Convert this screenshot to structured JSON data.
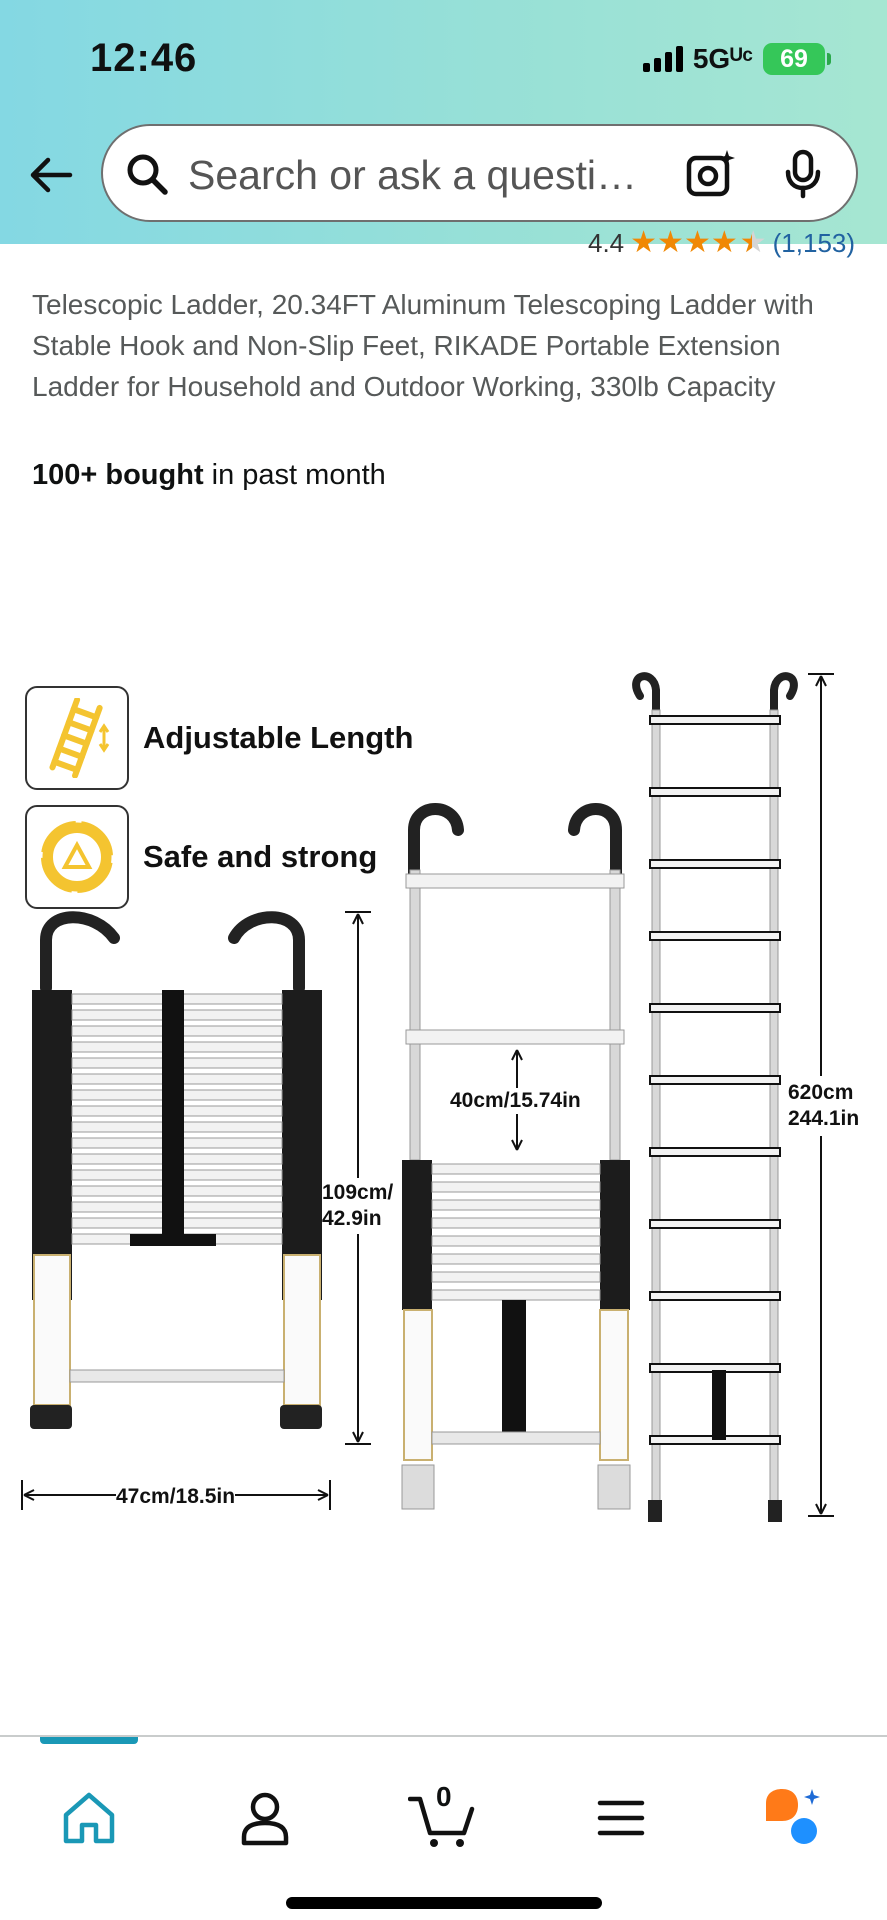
{
  "status": {
    "time": "12:46",
    "network": "5Gᵁᶜ",
    "battery": "69"
  },
  "search": {
    "placeholder": "Search or ask a questi…"
  },
  "rating": {
    "value": "4.4",
    "stars": 4.4,
    "count": "(1,153)"
  },
  "product": {
    "title": "Telescopic Ladder, 20.34FT Aluminum Telescoping Ladder with Stable Hook and Non-Slip Feet, RIKADE Portable Extension Ladder for Household and Outdoor Working, 330lb Capacity",
    "bought_bold": "100+ bought",
    "bought_rest": " in past month"
  },
  "image": {
    "features": [
      {
        "label": "Adjustable Length",
        "icon": "ladder-icon"
      },
      {
        "label": "Safe and strong",
        "icon": "lifebuoy-icon"
      }
    ],
    "dims": {
      "width": "47cm/18.5in",
      "collapsed_height": "109cm/\n42.9in",
      "step_spacing": "40cm/15.74in",
      "extended_height": "620cm\n244.1in"
    },
    "accent": "#f4c430"
  },
  "nav": {
    "cart_count": "0",
    "active": "home",
    "accent": "#1a98b6",
    "icons": [
      "home-icon",
      "account-icon",
      "cart-icon",
      "menu-icon",
      "rufus-icon"
    ]
  }
}
